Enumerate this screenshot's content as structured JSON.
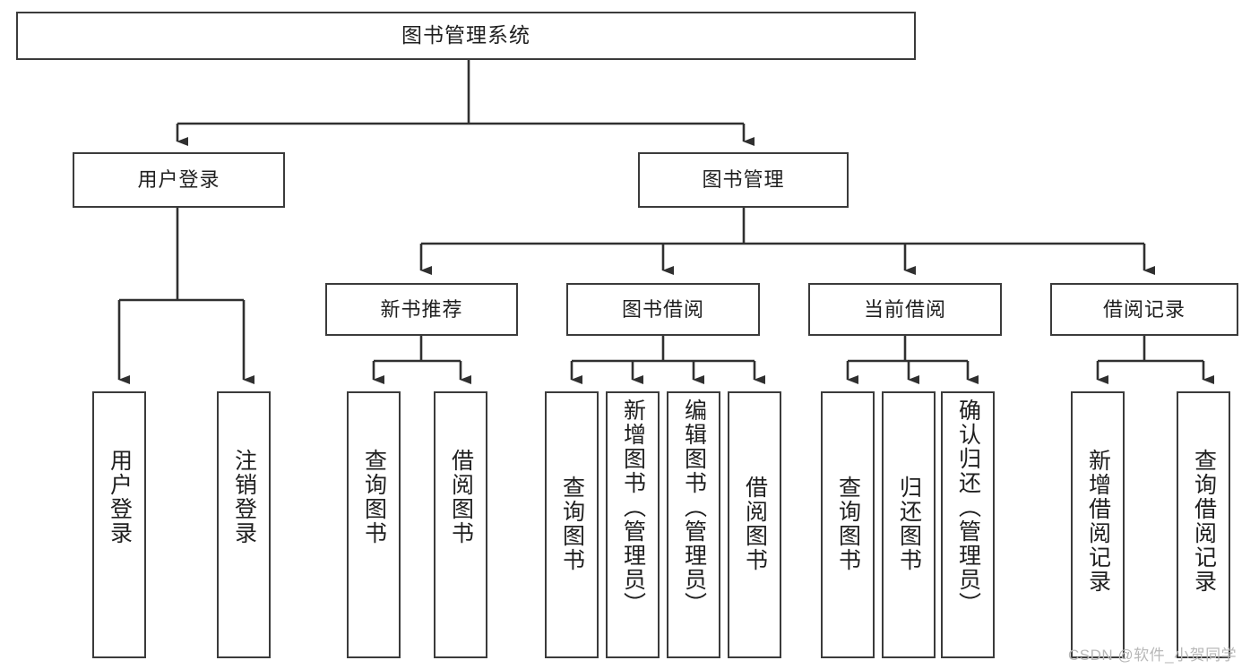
{
  "diagram": {
    "title": "图书管理系统",
    "type": "tree-hierarchy",
    "root": {
      "label": "图书管理系统"
    },
    "level2": [
      {
        "label": "用户登录"
      },
      {
        "label": "图书管理"
      }
    ],
    "level3": [
      {
        "label": "新书推荐"
      },
      {
        "label": "图书借阅"
      },
      {
        "label": "当前借阅"
      },
      {
        "label": "借阅记录"
      }
    ],
    "leaves": {
      "user_login": [
        {
          "label": "用户登录"
        },
        {
          "label": "注销登录"
        }
      ],
      "new_book_recommend": [
        {
          "label": "查询图书"
        },
        {
          "label": "借阅图书"
        }
      ],
      "book_borrow": [
        {
          "label": "查询图书"
        },
        {
          "label": "新增图书（管理员）"
        },
        {
          "label": "编辑图书（管理员）"
        },
        {
          "label": "借阅图书"
        }
      ],
      "current_borrow": [
        {
          "label": "查询图书"
        },
        {
          "label": "归还图书"
        },
        {
          "label": "确认归还（管理员）"
        }
      ],
      "borrow_record": [
        {
          "label": "新增借阅记录"
        },
        {
          "label": "查询借阅记录"
        }
      ]
    }
  },
  "watermark": {
    "text": "CSDN @软件_小贺同学"
  },
  "colors": {
    "border": "#3b3b3b",
    "background": "#ffffff",
    "text": "#1f1f1f",
    "watermark": "#b8b8b8"
  }
}
